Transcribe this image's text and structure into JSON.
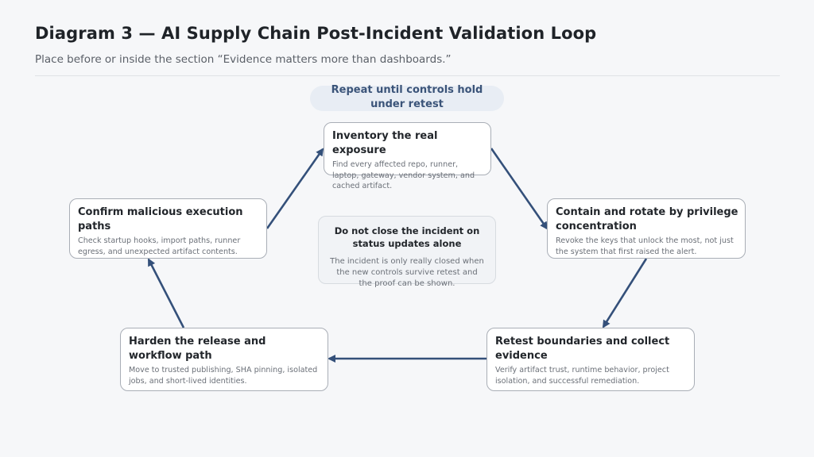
{
  "header": {
    "title": "Diagram 3 — AI Supply Chain Post-Incident Validation Loop",
    "subtitle": "Place before or inside the section “Evidence matters more than dashboards.”"
  },
  "loop_label": {
    "line1": "Repeat until controls hold",
    "line2": "under retest"
  },
  "nodes": [
    {
      "id": "inventory",
      "title_lines": [
        "Inventory the real",
        "exposure"
      ],
      "desc_lines": [
        "Find every affected repo, runner,",
        "laptop, gateway, vendor system, and",
        "cached artifact."
      ]
    },
    {
      "id": "contain",
      "title_lines": [
        "Contain and rotate by privilege",
        "concentration"
      ],
      "desc_lines": [
        "Revoke the keys that unlock the most, not just",
        "the system that first raised the alert."
      ]
    },
    {
      "id": "retest",
      "title_lines": [
        "Retest boundaries and collect",
        "evidence"
      ],
      "desc_lines": [
        "Verify artifact trust, runtime behavior, project",
        "isolation, and successful remediation."
      ]
    },
    {
      "id": "harden",
      "title_lines": [
        "Harden the release and",
        "workflow path"
      ],
      "desc_lines": [
        "Move to trusted publishing, SHA pinning, isolated",
        "jobs, and short-lived identities."
      ]
    },
    {
      "id": "confirm",
      "title_lines": [
        "Confirm malicious execution",
        "paths"
      ],
      "desc_lines": [
        "Check startup hooks, import paths, runner",
        "egress, and unexpected artifact contents."
      ]
    }
  ],
  "edges": [
    {
      "from": "inventory",
      "to": "contain"
    },
    {
      "from": "contain",
      "to": "retest"
    },
    {
      "from": "retest",
      "to": "harden"
    },
    {
      "from": "harden",
      "to": "confirm"
    },
    {
      "from": "confirm",
      "to": "inventory"
    }
  ],
  "center_note": {
    "title_lines": [
      "Do not close the incident on",
      "status updates alone"
    ],
    "desc_lines": [
      "The incident is only really closed when",
      "the new controls survive retest and",
      "the proof can be shown."
    ]
  },
  "colors": {
    "arrow": "#34507a",
    "loop_text": "#3b5479",
    "loop_pill": "#e8edf4"
  }
}
